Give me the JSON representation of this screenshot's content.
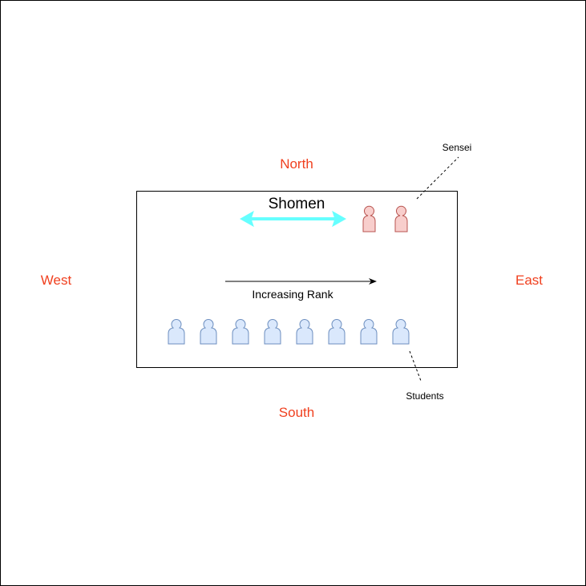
{
  "directions": {
    "north": "North",
    "south": "South",
    "east": "East",
    "west": "West"
  },
  "room": {
    "title": "Shomen",
    "rank_label": "Increasing Rank"
  },
  "callouts": {
    "sensei": "Sensei",
    "students": "Students"
  },
  "people": {
    "sensei_count": 2,
    "student_count": 8,
    "sensei_fill": "#f8cecc",
    "sensei_stroke": "#b85450",
    "student_fill": "#dae8fc",
    "student_stroke": "#6c8ebf"
  },
  "colors": {
    "direction_text": "#f0401f",
    "shomen_arrow": "#66ffff",
    "outline": "#000000"
  },
  "icons": {
    "person": "person-icon",
    "double_arrow": "double-arrow-icon",
    "arrow": "arrow-right-icon"
  }
}
